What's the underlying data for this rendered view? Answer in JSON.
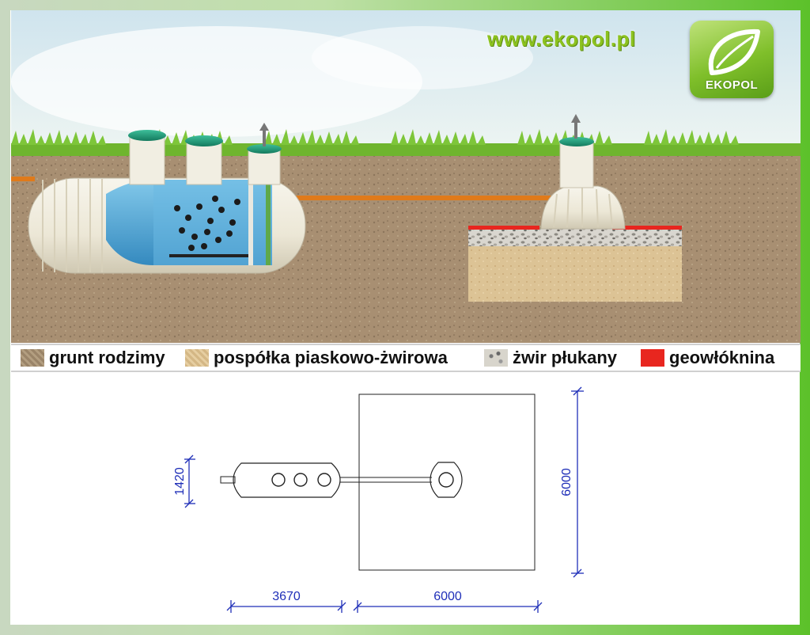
{
  "header": {
    "url": "www.ekopol.pl",
    "logo_text": "EKOPOL"
  },
  "legend": {
    "items": [
      {
        "label": "grunt rodzimy",
        "color": "#a89274"
      },
      {
        "label": "pospółka piaskowo-żwirowa",
        "color": "#dcc395"
      },
      {
        "label": "żwir płukany",
        "color": "#d8d5cc"
      },
      {
        "label": "geowłóknina",
        "color": "#e8261f"
      }
    ]
  },
  "plan": {
    "dimensions": {
      "tank_width": "1420",
      "tank_length": "3670",
      "field_length": "6000",
      "field_width": "6000"
    },
    "dimension_color": "#1f2fb8"
  },
  "colors": {
    "accent_green": "#8cc21f",
    "pipe_orange": "#e07a1a",
    "soil": "#a89274",
    "sand": "#dcc395",
    "water": "#4aa8d8"
  }
}
